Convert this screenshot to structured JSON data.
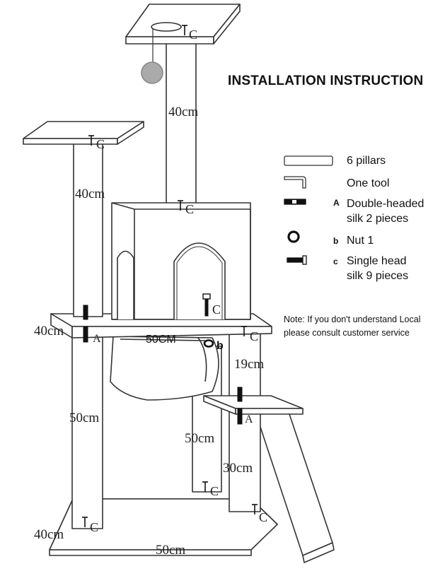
{
  "title": "INSTALLATION INSTRUCTION",
  "legend": [
    {
      "icon": "pillar-icon",
      "letter": "",
      "text": "6 pillars"
    },
    {
      "icon": "tool-icon",
      "letter": "",
      "text": "One tool"
    },
    {
      "icon": "double-headed-screw-icon",
      "letter": "A",
      "text": "Double-headed",
      "text2": "silk 2 pieces"
    },
    {
      "icon": "nut-icon",
      "letter": "b",
      "text": "Nut 1"
    },
    {
      "icon": "single-head-screw-icon",
      "letter": "c",
      "text": "Single head",
      "text2": "silk 9 pieces"
    }
  ],
  "note": {
    "line1": "Note: If you don't understand Local",
    "line2": "please consult customer service"
  },
  "dimensions": {
    "top_post": "40cm",
    "left_upper_post": "40cm",
    "middle_platform_depth": "40cm",
    "middle_platform_width": "50CM",
    "right_gap": "19cm",
    "left_lower_post": "50cm",
    "center_lower_post": "50cm",
    "step_post": "30cm",
    "base_depth": "40cm",
    "base_width": "50cm"
  },
  "markers": {
    "c": "C",
    "a": "A",
    "b": "b"
  }
}
